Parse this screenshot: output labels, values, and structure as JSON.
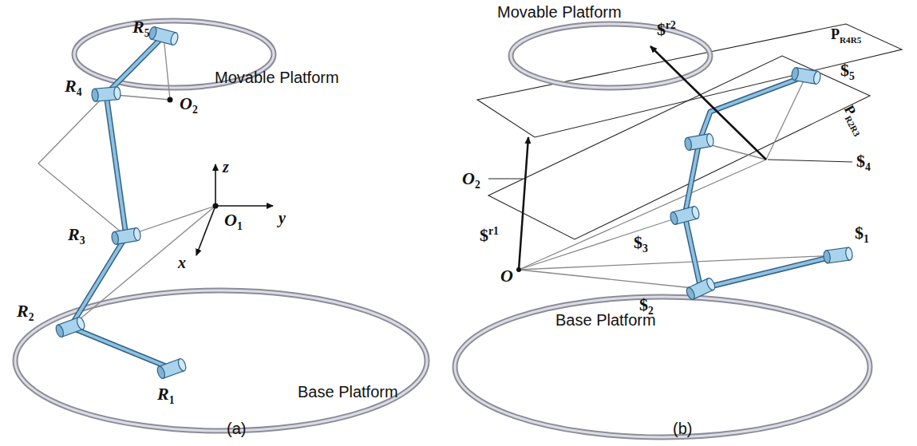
{
  "diagram": {
    "labels": [
      "R5",
      "Movable Platform",
      "R4",
      "O2",
      "R3",
      "z",
      "O1",
      "y",
      "x",
      "R2",
      "R1",
      "Base Platform",
      "(a)",
      "Movable Platform",
      "PR4R5",
      "$r2",
      "$5",
      "O2",
      "$r1",
      "PR2R3",
      "$4",
      "$3",
      "O",
      "Base Platform",
      "$1",
      "$2",
      "(b)"
    ]
  }
}
